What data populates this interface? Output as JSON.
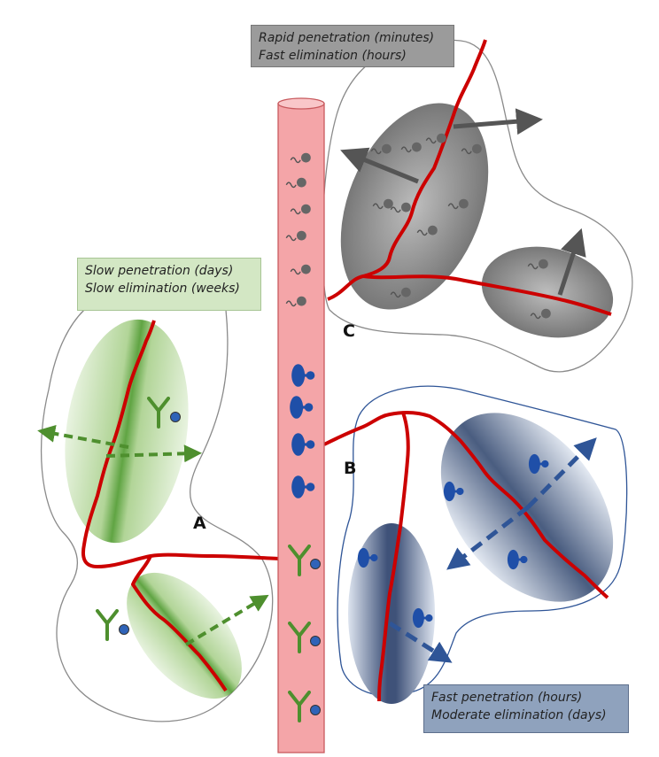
{
  "regions": {
    "c": {
      "letter": "C",
      "line1": "Rapid penetration (minutes)",
      "line2": "Fast elimination (hours)",
      "color": "#7b7b7b"
    },
    "a": {
      "letter": "A",
      "line1": "Slow penetration (days)",
      "line2": "Slow elimination (weeks)",
      "color": "#4e8f2e"
    },
    "b": {
      "letter": "B",
      "line1": "Fast penetration (hours)",
      "line2": "Moderate elimination (days)",
      "color": "#2f5597"
    }
  },
  "colors": {
    "vessel_fill": "#f4a5a8",
    "vessel_edge": "#c85a5e",
    "capillary": "#cc0000",
    "box_c": "#9b9b9b",
    "box_a": "#d3e7c4",
    "box_b": "#8fa2bd"
  },
  "icons": [
    "small-molecule-icon",
    "nanoparticle-icon",
    "antibody-icon",
    "diffusion-arrow-icon"
  ]
}
